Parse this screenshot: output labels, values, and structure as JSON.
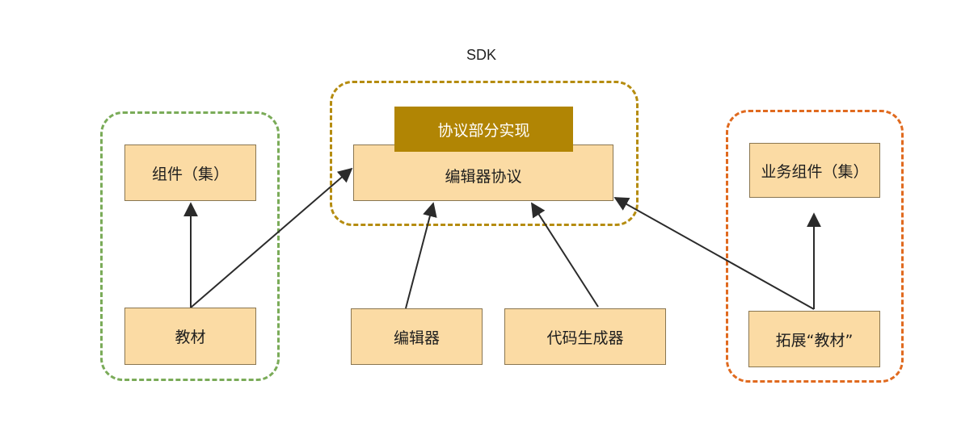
{
  "groups": {
    "left": {
      "color": "#7aab58"
    },
    "sdk": {
      "label": "SDK",
      "color": "#b58c10"
    },
    "right": {
      "color": "#e06a1f"
    }
  },
  "nodes": {
    "components": "组件（集）",
    "material": "教材",
    "protocol_impl": "协议部分实现",
    "editor_protocol": "编辑器协议",
    "editor": "编辑器",
    "codegen": "代码生成器",
    "biz_components": "业务组件（集）",
    "ext_material": "拓展“教材”"
  },
  "colors": {
    "node_fill": "#fbdba4",
    "banner_fill": "#b18504",
    "arrow": "#2b2b2b"
  },
  "edges": [
    {
      "from": "material",
      "to": "components"
    },
    {
      "from": "material",
      "to": "editor_protocol"
    },
    {
      "from": "editor",
      "to": "editor_protocol"
    },
    {
      "from": "codegen",
      "to": "editor_protocol"
    },
    {
      "from": "ext_material",
      "to": "editor_protocol"
    },
    {
      "from": "ext_material",
      "to": "biz_components"
    }
  ]
}
